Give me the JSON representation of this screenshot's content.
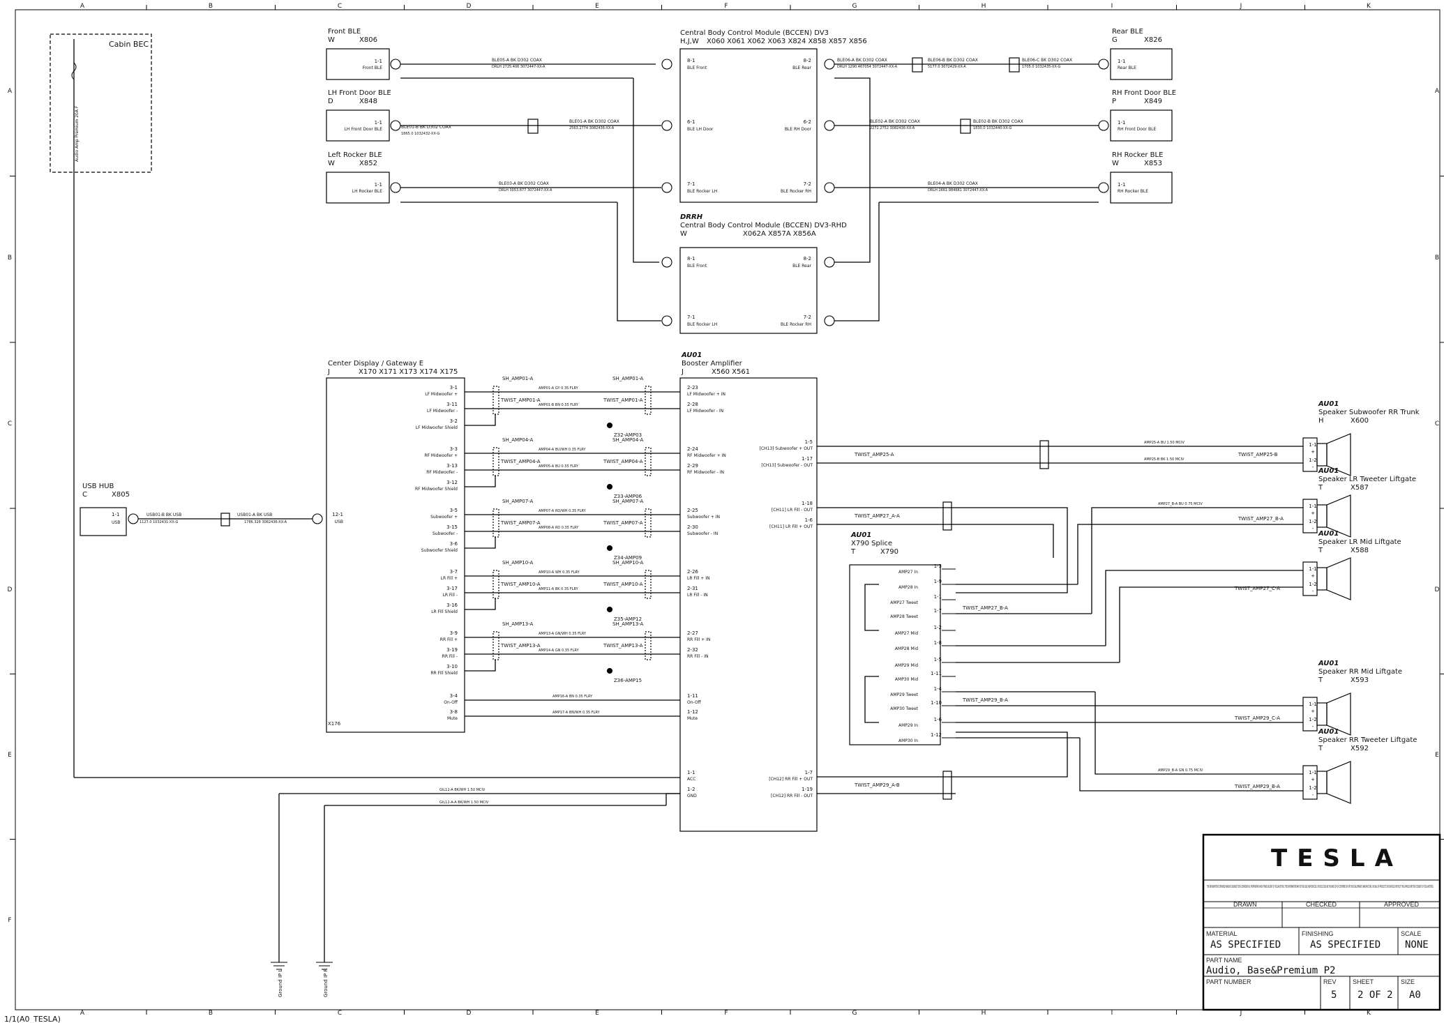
{
  "grid": {
    "columns": [
      "A",
      "B",
      "C",
      "D",
      "E",
      "F",
      "G",
      "H",
      "I",
      "J",
      "K"
    ],
    "rows": [
      "A",
      "B",
      "C",
      "D",
      "E",
      "F"
    ]
  },
  "footer_note": "1/1(A0_TESLA)",
  "components": {
    "cabin_bec": {
      "title": "Cabin BEC",
      "fuse": "Audio Amp Premium 20A F"
    },
    "front_ble": {
      "title": "Front BLE",
      "loc": "W",
      "conn": "X806",
      "pin": "1-1",
      "pin_label": "Front BLE"
    },
    "lh_front_door_ble": {
      "title": "LH Front Door BLE",
      "loc": "D",
      "conn": "X848",
      "pin": "1-1",
      "pin_label": "LH Front Door BLE"
    },
    "left_rocker_ble": {
      "title": "Left Rocker BLE",
      "loc": "W",
      "conn": "X852",
      "pin": "1-1",
      "pin_label": "LH Rocker BLE"
    },
    "bccen_dv3": {
      "sub": "",
      "title": "Central Body Control Module (BCCEN) DV3",
      "loc": "H,J,W",
      "conns": "X060  X061  X062  X063  X824  X858  X857  X856"
    },
    "bccen_rhd": {
      "sub": "DRRH",
      "title": "Central Body Control Module (BCCEN) DV3-RHD",
      "loc": "W",
      "conns": "X062A  X857A  X856A"
    },
    "rear_ble": {
      "title": "Rear BLE",
      "loc": "G",
      "conn": "X826",
      "pin": "1-1",
      "pin_label": "Rear BLE"
    },
    "rh_front_door_ble": {
      "title": "RH Front Door BLE",
      "loc": "P",
      "conn": "X849",
      "pin": "1-1",
      "pin_label": "RH Front Door BLE"
    },
    "rh_rocker_ble": {
      "title": "RH Rocker BLE",
      "loc": "W",
      "conn": "X853",
      "pin": "1-1",
      "pin_label": "RH Rocker BLE"
    },
    "usb_hub": {
      "title": "USB HUB",
      "loc": "C",
      "conn": "X805",
      "pin": "1-1",
      "pin_label": "USB"
    },
    "center_display": {
      "title": "Center Display / Gateway E",
      "loc": "J",
      "conns": "X170   X171   X173   X174   X175",
      "foot": "X176"
    },
    "booster_amp": {
      "tag": "AU01",
      "title": "Booster Amplifier",
      "loc": "J",
      "conns": "X560   X561"
    },
    "x790_splice": {
      "tag": "AU01",
      "title": "X790 Splice",
      "loc": "T",
      "conn": "X790"
    },
    "sub_trunk": {
      "tag": "AU01",
      "title": "Speaker Subwoofer RR Trunk",
      "loc": "H",
      "conn": "X600"
    },
    "lr_tweeter": {
      "tag": "AU01",
      "title": "Speaker LR Tweeter Liftgate",
      "loc": "T",
      "conn": "X587"
    },
    "lr_mid": {
      "tag": "AU01",
      "title": "Speaker LR Mid Liftgate",
      "loc": "T",
      "conn": "X588"
    },
    "rr_mid": {
      "tag": "AU01",
      "title": "Speaker RR Mid Liftgate",
      "loc": "T",
      "conn": "X593"
    },
    "rr_tweeter": {
      "tag": "AU01",
      "title": "Speaker RR Tweeter Liftgate",
      "loc": "T",
      "conn": "X592"
    },
    "ground_l": {
      "label": "Ground IP L"
    },
    "ground_r": {
      "label": "Ground IP R"
    }
  },
  "bcm_pins": {
    "left": [
      {
        "pin": "8-1",
        "label": "BLE Front"
      },
      {
        "pin": "6-1",
        "label": "BLE LH Door"
      },
      {
        "pin": "7-1",
        "label": "BLE Rocker LH"
      }
    ],
    "right": [
      {
        "pin": "8-2",
        "label": "BLE Rear"
      },
      {
        "pin": "6-2",
        "label": "BLE RH Door"
      },
      {
        "pin": "7-2",
        "label": "BLE Rocker RH"
      }
    ],
    "rhd_left": [
      {
        "pin": "8-1",
        "label": "BLE Front"
      },
      {
        "pin": "7-1",
        "label": "BLE Rocker LH"
      }
    ],
    "rhd_right": [
      {
        "pin": "8-2",
        "label": "BLE Rear"
      },
      {
        "pin": "7-2",
        "label": "BLE Rocker RH"
      }
    ]
  },
  "ble_wires": [
    {
      "top": "BLE05-A   BK   D302   COAX",
      "bot": "DRLH   2725.406     3072447-XX-A"
    },
    {
      "top": "BLE01-B   BK   D302   COAX",
      "bot": "1865.0     1032432-XX-G"
    },
    {
      "top": "BLE01-A   BK   D302   COAX",
      "bot": "2563.2774     3082436-XX-A"
    },
    {
      "top": "BLE03-A   BK   D302   COAX",
      "bot": "DRLH   3053.877     3072447-XX-A"
    },
    {
      "top": "BLE06-A   BK   D302   COAX",
      "bot": "DRLH   1290.467054   3072447-XX-A"
    },
    {
      "top": "BLE06-B   BK   D302   COAX",
      "bot": "5177.0     3072429-XX-A"
    },
    {
      "top": "BLE06-C   BK   D302   COAX",
      "bot": "1705.0     1032435-XX-G"
    },
    {
      "top": "BLE02-A   BK   D302   COAX",
      "bot": "2272.2752     3082436-XX-A"
    },
    {
      "top": "BLE02-B   BK   D302   COAX",
      "bot": "1830.0     1032440-XX-G"
    },
    {
      "top": "BLE04-A   BK   D302   COAX",
      "bot": "DRLH   2661.984681   3072447-XX-A"
    }
  ],
  "display_pins": [
    {
      "pin": "3-1",
      "label": "LF Midwoofer +"
    },
    {
      "pin": "3-11",
      "label": "LF Midwoofer -"
    },
    {
      "pin": "3-2",
      "label": "LF Midwoofer Shield"
    },
    {
      "pin": "3-3",
      "label": "RF Midwoofer +"
    },
    {
      "pin": "3-13",
      "label": "RF Midwoofer -"
    },
    {
      "pin": "3-12",
      "label": "RF Midwoofer Shield"
    },
    {
      "pin": "3-5",
      "label": "Subwoofer +"
    },
    {
      "pin": "3-15",
      "label": "Subwoofer -"
    },
    {
      "pin": "3-6",
      "label": "Subwoofer Shield"
    },
    {
      "pin": "3-7",
      "label": "LR Fill +"
    },
    {
      "pin": "3-17",
      "label": "LR Fill -"
    },
    {
      "pin": "3-16",
      "label": "LR Fill Shield"
    },
    {
      "pin": "3-9",
      "label": "RR Fill +"
    },
    {
      "pin": "3-19",
      "label": "RR Fill -"
    },
    {
      "pin": "3-10",
      "label": "RR Fill Shield"
    },
    {
      "pin": "3-4",
      "label": "On-Off"
    },
    {
      "pin": "3-8",
      "label": "Mute"
    }
  ],
  "amp_in_pins": [
    {
      "pin": "2-23",
      "label": "LF Midwoofer + IN"
    },
    {
      "pin": "2-28",
      "label": "LF Midwoofer - IN"
    },
    {
      "pin": "2-24",
      "label": "RF Midwoofer + IN"
    },
    {
      "pin": "2-29",
      "label": "RF Midwoofer - IN"
    },
    {
      "pin": "2-25",
      "label": "Subwoofer + IN"
    },
    {
      "pin": "2-30",
      "label": "Subwoofer - IN"
    },
    {
      "pin": "2-26",
      "label": "LR Fill + IN"
    },
    {
      "pin": "2-31",
      "label": "LR Fill - IN"
    },
    {
      "pin": "2-27",
      "label": "RR Fill + IN"
    },
    {
      "pin": "2-32",
      "label": "RR Fill - IN"
    },
    {
      "pin": "1-11",
      "label": "On-Off"
    },
    {
      "pin": "1-12",
      "label": "Mute"
    },
    {
      "pin": "1-1",
      "label": "ACC"
    },
    {
      "pin": "1-2",
      "label": "GND"
    }
  ],
  "amp_out_pins": [
    {
      "pin": "1-5",
      "label": "[CH13] Subwoofer + OUT"
    },
    {
      "pin": "1-17",
      "label": "[CH13] Subwoofer - OUT"
    },
    {
      "pin": "1-18",
      "label": "[CH11] LR Fill - OUT"
    },
    {
      "pin": "1-6",
      "label": "[CH11] LR Fill + OUT"
    },
    {
      "pin": "1-7",
      "label": "[CH12] RR Fill + OUT"
    },
    {
      "pin": "1-19",
      "label": "[CH12] RR Fill - OUT"
    }
  ],
  "twists": [
    {
      "sh": "SH_AMP01-A",
      "tw": "TWIST_AMP01-A",
      "w1": "AMP01-A   GY   0.35   FLRY",
      "w2": "AMP01-B   BN   0.35   FLRY",
      "splice": "Z32-AMP03"
    },
    {
      "sh": "SH_AMP04-A",
      "tw": "TWIST_AMP04-A",
      "w1": "AMP04-A   BU/WH   0.35   FLRY",
      "w2": "AMP05-A   BU   0.35   FLRY",
      "splice": "Z33-AMP06"
    },
    {
      "sh": "SH_AMP07-A",
      "tw": "TWIST_AMP07-A",
      "w1": "AMP07-A   RD/WH   0.35   FLRY",
      "w2": "AMP08-A   RD   0.35   FLRY",
      "splice": "Z34-AMP09"
    },
    {
      "sh": "SH_AMP10-A",
      "tw": "TWIST_AMP10-A",
      "w1": "AMP10-A   WH   0.35   FLRY",
      "w2": "AMP11-A   BK   0.35   FLRY",
      "splice": "Z35-AMP12"
    },
    {
      "sh": "SH_AMP13-A",
      "tw": "TWIST_AMP13-A",
      "w1": "AMP13-A   GN/WH   0.35   FLRY",
      "w2": "AMP14-A   GN   0.35   FLRY",
      "splice": "Z36-AMP15"
    }
  ],
  "misc_wires": {
    "amp16": "AMP16-A   BN   0.35   FLRY",
    "amp17": "AMP17-A   BN/WH   0.35   FLRY",
    "gil12": "GIL12-A   BK/WH   1.50   MCIV",
    "gil12a": "GIL12-A-A   BK/WH   1.50   MCIV",
    "usb01": "USB01-B   BK   USB",
    "usb01a": "USB01-A   BK   USB",
    "usb_len1": "1127.0     1032431-XX-G",
    "usb_len2": "1786.328     3082436-XX-A",
    "usb_pin": "12-1",
    "usb_pin_label": "USB",
    "amp25a": "AMP25-A   BU   1.50   MCIV",
    "amp25b": "AMP25-B   BK   1.50   MCIV",
    "twist25": "TWIST_AMP25-A",
    "twist25b": "TWIST_AMP25-B",
    "twist27a": "TWIST_AMP27_A-A",
    "twist27b": "TWIST_AMP27_B-A",
    "twist27c": "TWIST_AMP27_C-A",
    "twist29a": "TWIST_AMP29_A-B",
    "twist29b": "TWIST_AMP29_B-A",
    "twist29c": "TWIST_AMP29_C-A",
    "amp27b": "AMP27_B-A   BU   0.75   MCIV",
    "amp29b": "AMP29_B-A   GN   0.75   MCIV"
  },
  "splice_pins": [
    {
      "pin": "1-3",
      "label": "AMP27 In"
    },
    {
      "pin": "1-9",
      "label": "AMP28 In"
    },
    {
      "pin": "1-1",
      "label": "AMP27 Tweet"
    },
    {
      "pin": "1-7",
      "label": "AMP28 Tweet"
    },
    {
      "pin": "1-2",
      "label": "AMP27 Mid"
    },
    {
      "pin": "1-8",
      "label": "AMP28 Mid"
    },
    {
      "pin": "1-5",
      "label": "AMP29 Mid"
    },
    {
      "pin": "1-11",
      "label": "AMP30 Mid"
    },
    {
      "pin": "1-4",
      "label": "AMP29 Tweet"
    },
    {
      "pin": "1-10",
      "label": "AMP30 Tweet"
    },
    {
      "pin": "1-6",
      "label": "AMP29 In"
    },
    {
      "pin": "1-12",
      "label": "AMP30 In"
    }
  ],
  "speaker_pins": {
    "p1": "1-1",
    "p2": "1-2",
    "plus": "+",
    "minus": "-"
  },
  "title_block": {
    "logo": "TESLA",
    "confidential": "THE INFORMATION CONTAINED HEREIN IS DEEMED TO BE CONFIDENTIAL, PROPRIETARY, AND A TRADE SECRET OF TESLA MOTORS. THIS INFORMATION MAY NOT BE USED, REPRODUCED, OR DISCLOSED AS THE BASIS OF OR CONTRIBUTE FOR THE DEVELOPMENT, MANUFACTURE, OR SALE OF PRODUCTS OR SERVICES WITHOUT THE EXPRESS WRITTEN CONSENT OF TESLA MOTORS.",
    "drawn": "DRAWN",
    "checked": "CHECKED",
    "approved": "APPROVED",
    "material_label": "MATERIAL",
    "material": "AS SPECIFIED",
    "finishing_label": "FINISHING",
    "finishing": "AS SPECIFIED",
    "scale_label": "SCALE",
    "scale": "NONE",
    "part_name_label": "PART NAME",
    "part_name": "Audio, Base&Premium P2",
    "part_number_label": "PART NUMBER",
    "rev_label": "REV",
    "rev": "5",
    "sheet_label": "SHEET",
    "sheet": "2 OF 2",
    "size_label": "SIZE",
    "size": "A0"
  }
}
